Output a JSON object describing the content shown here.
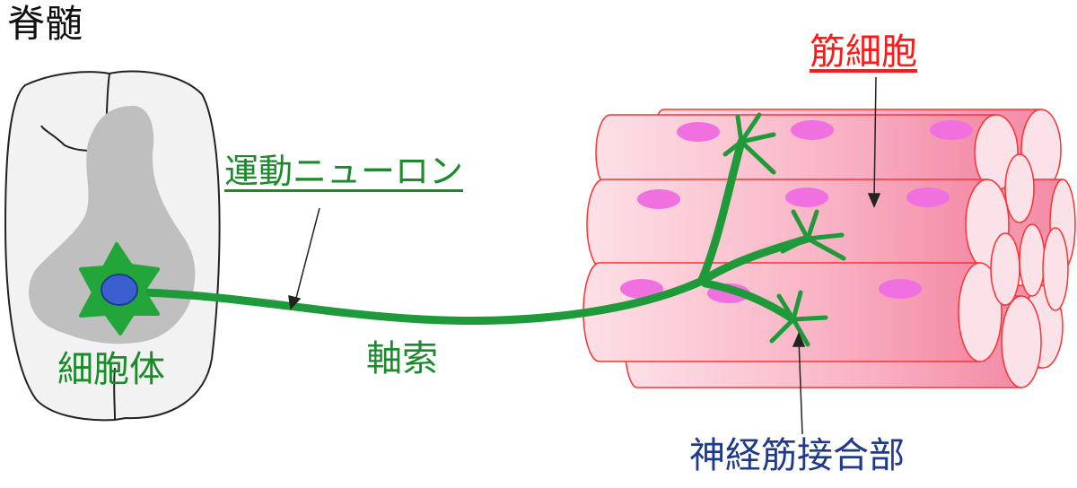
{
  "labels": {
    "spinal_cord": "脊髄",
    "muscle_cell": "筋細胞",
    "motor_neuron": "運動ニューロン",
    "cell_body": "細胞体",
    "axon": "軸索",
    "neuromuscular_junction": "神経筋接合部"
  },
  "colors": {
    "neuron_green": "#1f9a3a",
    "label_green": "#1a8a2a",
    "muscle_red": "#ff1a1a",
    "muscle_fill": "#f7a0b4",
    "nucleus_pink": "#f070e0",
    "soma_nucleus": "#3a5fcf",
    "nmj_blue": "#1f3a8a",
    "cord_outline": "#222222",
    "cord_fill": "#f0f0f0",
    "gray_matter": "#bdbdbd"
  }
}
